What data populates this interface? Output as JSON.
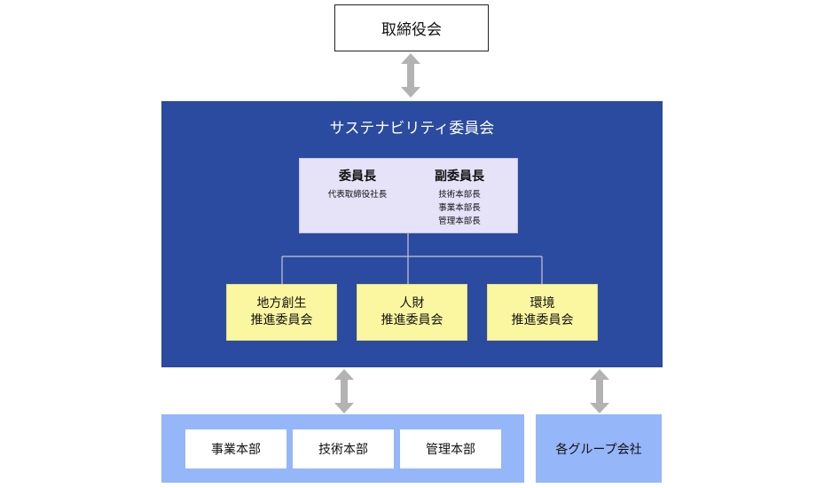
{
  "board": {
    "label": "取締役会"
  },
  "committee": {
    "title": "サステナビリティ委員会",
    "chair": {
      "title": "委員長",
      "members": [
        "代表取締役社長"
      ]
    },
    "vice_chair": {
      "title": "副委員長",
      "members": [
        "技術本部長",
        "事業本部長",
        "管理本部長"
      ]
    },
    "subcommittees": [
      {
        "line1": "地方創生",
        "line2": "推進委員会"
      },
      {
        "line1": "人財",
        "line2": "推進委員会"
      },
      {
        "line1": "環境",
        "line2": "推進委員会"
      }
    ]
  },
  "departments": [
    {
      "label": "事業本部"
    },
    {
      "label": "技術本部"
    },
    {
      "label": "管理本部"
    }
  ],
  "group_companies": {
    "label": "各グループ会社"
  },
  "colors": {
    "committee_bg": "#2a4b9f",
    "leaders_bg": "#e6e2f8",
    "subcommittee_bg": "#fbf6a0",
    "bottom_panel_bg": "#95b6f8",
    "arrow": "#b3b3b3"
  }
}
